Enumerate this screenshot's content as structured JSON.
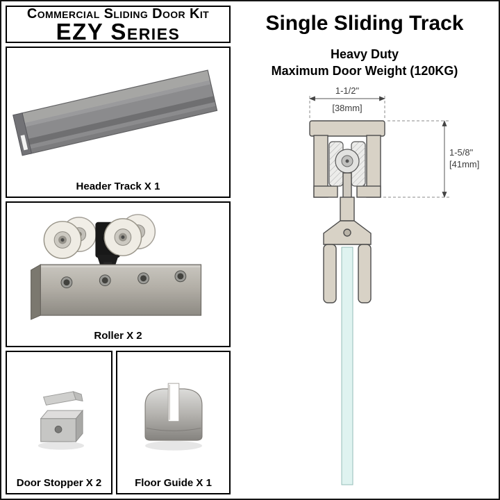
{
  "kit": {
    "title_line1": "Commercial Sliding Door Kit",
    "title_line2": "EZY Series"
  },
  "parts": [
    {
      "label": "Header Track X 1"
    },
    {
      "label": "Roller X 2"
    },
    {
      "label": "Door Stopper X 2"
    },
    {
      "label": "Floor Guide X 1"
    }
  ],
  "spec": {
    "title": "Single Sliding Track",
    "subtitle_line1": "Heavy Duty",
    "subtitle_line2": "Maximum Door Weight (120KG)"
  },
  "diagram": {
    "width_dim_inch": "1-1/2\"",
    "width_dim_mm": "[38mm]",
    "height_dim_inch": "1-5/8\"",
    "height_dim_mm": "[41mm]"
  },
  "colors": {
    "track_photo_gray": "#8b8b8d",
    "roller_body_nickel": "#aca89f",
    "diagram_metal_beige": "#d8d2c6",
    "diagram_glass_blue": "#dff3f0"
  }
}
